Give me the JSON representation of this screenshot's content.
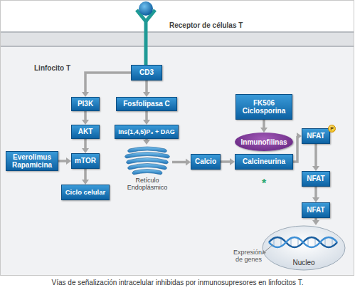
{
  "diagram": {
    "caption": "Vías de señalización intracelular inhibidas por inmunosupresores en linfocitos T.",
    "nodes": [
      {
        "text": [
          "CD3"
        ]
      },
      {
        "text": [
          "PI3K"
        ]
      },
      {
        "text": [
          "Fosfolipasa C"
        ]
      },
      {
        "text": [
          "FK506 Ciclosporina"
        ]
      },
      {
        "text": [
          "AKT"
        ]
      },
      {
        "text": [
          "Ins(1,4,5)P₃ + DAG"
        ]
      },
      {
        "text": [
          "Inmunofilinas"
        ]
      },
      {
        "text": [
          "NFAT"
        ]
      },
      {
        "text": [
          "P"
        ]
      },
      {
        "text": [
          "Everolimus Rapamicina"
        ]
      },
      {
        "text": [
          "mTOR"
        ]
      },
      {
        "text": [
          "Retículo Endoplásmico"
        ]
      },
      {
        "text": [
          "Calcio"
        ]
      },
      {
        "text": [
          "Calcineurina"
        ]
      },
      {
        "text": [
          "NFAT"
        ]
      },
      {
        "text": [
          "Ciclo celular"
        ]
      },
      {
        "text": [
          "NFAT"
        ]
      },
      {
        "text": [
          "Nucleo"
        ]
      }
    ],
    "edges": [
      {
        "from": 0,
        "to": 1,
        "arrow": "to"
      },
      {
        "from": 0,
        "to": 2,
        "arrow": "to"
      },
      {
        "from": 1,
        "to": 4,
        "arrow": "to"
      },
      {
        "from": 4,
        "to": 10,
        "arrow": "to"
      },
      {
        "from": 9,
        "to": 10,
        "arrow": "to"
      },
      {
        "from": 10,
        "to": 15,
        "arrow": "to"
      },
      {
        "from": 2,
        "to": 5,
        "arrow": "to"
      },
      {
        "from": 5,
        "to": 11,
        "arrow": "to"
      },
      {
        "from": 11,
        "to": 12,
        "arrow": "to"
      },
      {
        "from": 12,
        "to": 13,
        "arrow": "to"
      },
      {
        "from": 3,
        "to": 6,
        "arrow": "to"
      },
      {
        "from": 13,
        "to": 7,
        "arrow": "to"
      },
      {
        "from": 7,
        "to": 14,
        "arrow": "to"
      },
      {
        "from": 14,
        "to": 16,
        "arrow": "to"
      },
      {
        "from": 16,
        "to": 17,
        "arrow": "to"
      }
    ],
    "labels": [
      "Receptor de células T",
      "Linfocito T",
      "*",
      "Expresión de genes"
    ]
  }
}
